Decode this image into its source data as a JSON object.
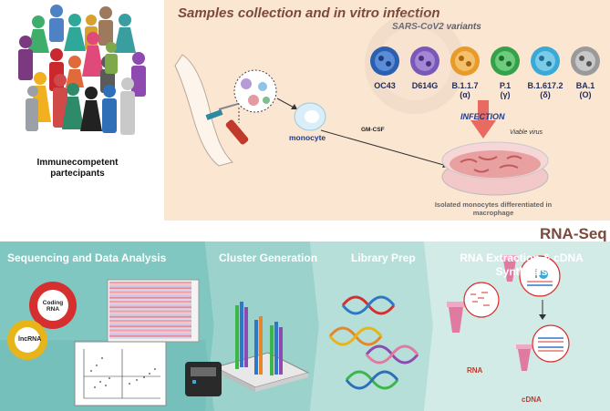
{
  "top": {
    "title": "Samples collection and in vitro infection",
    "virus_group_title": "SARS-CoV2 variants",
    "variants": [
      {
        "name": "OC43",
        "symbol": "",
        "color": "#2b5fb0"
      },
      {
        "name": "D614G",
        "symbol": "",
        "color": "#7a58b8"
      },
      {
        "name": "B.1.1.7",
        "symbol": "(α)",
        "color": "#e89a2a"
      },
      {
        "name": "P.1",
        "symbol": "(γ)",
        "color": "#35a24a"
      },
      {
        "name": "B.1.617.2",
        "symbol": "(δ)",
        "color": "#3aa9d6"
      },
      {
        "name": "BA.1",
        "symbol": "(Ο)",
        "color": "#9a9a9a"
      }
    ],
    "infection_label": "INFECTION",
    "viable_label": "Viable virus",
    "gmcsf_label": "GM-CSF",
    "monocyte_label": "monocyte",
    "petri_caption": "Isolated monocytes differentiated in macrophage",
    "participants_label": "Immunecompetent partecipants"
  },
  "rnaseq": {
    "title": "RNA-Seq",
    "panels": [
      {
        "title": "Sequencing and Data Analysis",
        "color": "#7fc7c0"
      },
      {
        "title": "Cluster Generation",
        "color": "#9bd3cc"
      },
      {
        "title": "Library Prep",
        "color": "#b6dfd9"
      },
      {
        "title": "RNA Extraction & cDNA",
        "title2": "Synthesis",
        "color": "#d3ebe7"
      }
    ],
    "coding_label": "Coding RNA",
    "lnc_label": "lncRNA",
    "rna_label": "RNA",
    "cdna_label": "cDNA"
  },
  "colors": {
    "banner": "#fbe6d2",
    "title_brown": "#7a4a3a",
    "arrow_red": "#e86a60"
  }
}
